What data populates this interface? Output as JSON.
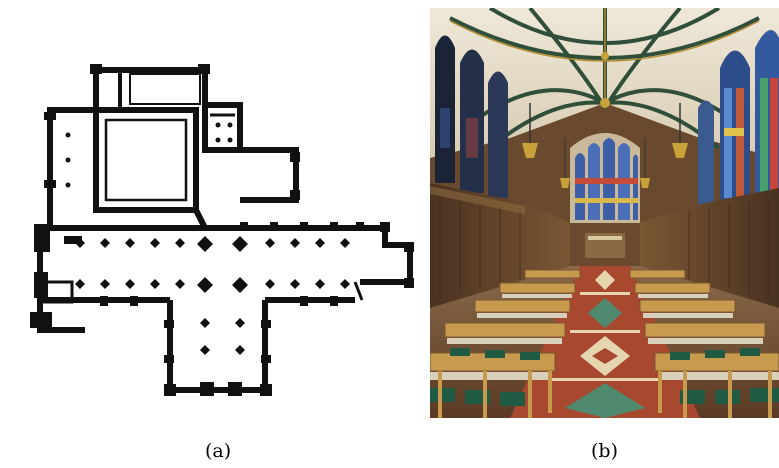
{
  "captions": {
    "a": "(a)",
    "b": "(b)"
  },
  "colors": {
    "plan_ink": "#111111",
    "wood": "#b98e45",
    "wood_dark": "#7a5530",
    "wall_panel": "#6e4b2c",
    "stone": "#c9b79b",
    "vault": "#e9e0cf",
    "rib": "#2f4f3a",
    "seat_green": "#1f5a42",
    "floor_red": "#a8482e",
    "floor_green": "#4f8a6e",
    "floor_cream": "#e6d6b0",
    "glass_blue": "#3d5fa8"
  },
  "icons": {
    "panel_a": "floor-plan-drawing",
    "panel_b": "chapel-interior-photo"
  }
}
